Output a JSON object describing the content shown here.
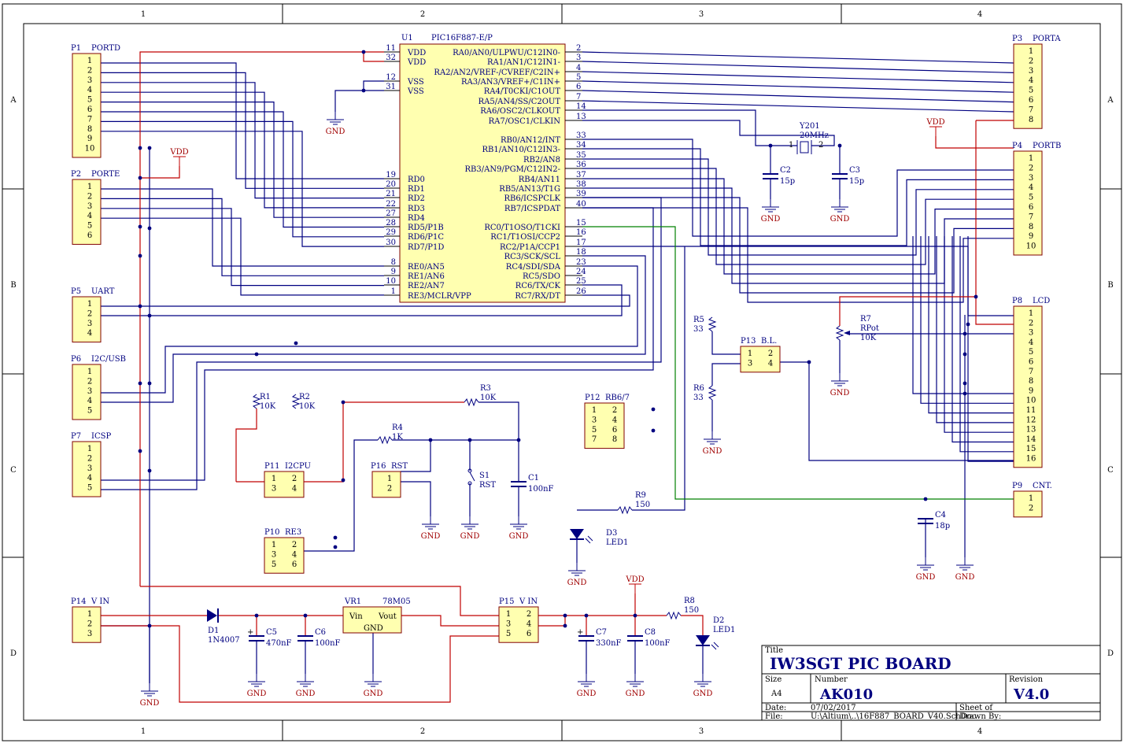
{
  "sheet": {
    "columns": [
      "1",
      "2",
      "3",
      "4"
    ],
    "rows": [
      "A",
      "B",
      "C",
      "D"
    ]
  },
  "colors": {
    "wire": "#000080",
    "power": "#c00000",
    "signal": "#008000",
    "body": "#ffffb0",
    "outline": "#800000",
    "power_label": "#a00000"
  },
  "title_block": {
    "title_label": "Title",
    "title": "IW3SGT PIC BOARD",
    "size_label": "Size",
    "size": "A4",
    "number_label": "Number",
    "number": "AK010",
    "revision_label": "Revision",
    "revision": "V4.0",
    "date_label": "Date:",
    "date": "07/02/2017",
    "sheet_label": "Sheet    of",
    "file_label": "File:",
    "file": "U:\\Altium\\..\\16F887_BOARD_V40.SchDoc",
    "drawn_label": "Drawn By:"
  },
  "mcu": {
    "ref": "U1",
    "part": "PIC16F887-E/P",
    "left_pins": [
      {
        "num": "11",
        "name": "VDD"
      },
      {
        "num": "32",
        "name": "VDD"
      },
      {
        "num": "12",
        "name": "VSS"
      },
      {
        "num": "31",
        "name": "VSS"
      },
      {
        "num": "19",
        "name": "RD0"
      },
      {
        "num": "20",
        "name": "RD1"
      },
      {
        "num": "21",
        "name": "RD2"
      },
      {
        "num": "22",
        "name": "RD3"
      },
      {
        "num": "27",
        "name": "RD4"
      },
      {
        "num": "28",
        "name": "RD5/P1B"
      },
      {
        "num": "29",
        "name": "RD6/P1C"
      },
      {
        "num": "30",
        "name": "RD7/P1D"
      },
      {
        "num": "8",
        "name": "RE0/AN5"
      },
      {
        "num": "9",
        "name": "RE1/AN6"
      },
      {
        "num": "10",
        "name": "RE2/AN7"
      },
      {
        "num": "1",
        "name": "RE3/MCLR/VPP"
      }
    ],
    "right_pins": [
      {
        "num": "2",
        "name": "RA0/AN0/ULPWU/C12IN0-"
      },
      {
        "num": "3",
        "name": "RA1/AN1/C12IN1-"
      },
      {
        "num": "4",
        "name": "RA2/AN2/VREF-/CVREF/C2IN+"
      },
      {
        "num": "5",
        "name": "RA3/AN3/VREF+/C1IN+"
      },
      {
        "num": "6",
        "name": "RA4/T0CKI/C1OUT"
      },
      {
        "num": "7",
        "name": "RA5/AN4/SS/C2OUT"
      },
      {
        "num": "14",
        "name": "RA6/OSC2/CLKOUT"
      },
      {
        "num": "13",
        "name": "RA7/OSC1/CLKIN"
      },
      {
        "num": "33",
        "name": "RB0/AN12/INT"
      },
      {
        "num": "34",
        "name": "RB1/AN10/C12IN3-"
      },
      {
        "num": "35",
        "name": "RB2/AN8"
      },
      {
        "num": "36",
        "name": "RB3/AN9/PGM/C12IN2-"
      },
      {
        "num": "37",
        "name": "RB4/AN11"
      },
      {
        "num": "38",
        "name": "RB5/AN13/T1G"
      },
      {
        "num": "39",
        "name": "RB6/ICSPCLK"
      },
      {
        "num": "40",
        "name": "RB7/ICSPDAT"
      },
      {
        "num": "15",
        "name": "RC0/T1OSO/T1CKI"
      },
      {
        "num": "16",
        "name": "RC1/T1OSI/CCP2"
      },
      {
        "num": "17",
        "name": "RC2/P1A/CCP1"
      },
      {
        "num": "18",
        "name": "RC3/SCK/SCL"
      },
      {
        "num": "23",
        "name": "RC4/SDI/SDA"
      },
      {
        "num": "24",
        "name": "RC5/SDO"
      },
      {
        "num": "25",
        "name": "RC6/TX/CK"
      },
      {
        "num": "26",
        "name": "RC7/RX/DT"
      }
    ]
  },
  "connectors": {
    "P1": {
      "ref": "P1",
      "name": "PORTD",
      "pins": [
        "1",
        "2",
        "3",
        "4",
        "5",
        "6",
        "7",
        "8",
        "9",
        "10"
      ]
    },
    "P2": {
      "ref": "P2",
      "name": "PORTE",
      "pins": [
        "1",
        "2",
        "3",
        "4",
        "5",
        "6"
      ]
    },
    "P5": {
      "ref": "P5",
      "name": "UART",
      "pins": [
        "1",
        "2",
        "3",
        "4"
      ]
    },
    "P6": {
      "ref": "P6",
      "name": "I2C/USB",
      "pins": [
        "1",
        "2",
        "3",
        "4",
        "5"
      ]
    },
    "P7": {
      "ref": "P7",
      "name": "ICSP",
      "pins": [
        "1",
        "2",
        "3",
        "4",
        "5"
      ]
    },
    "P14": {
      "ref": "P14",
      "name": "V IN",
      "pins": [
        "1",
        "2",
        "3"
      ]
    },
    "P3": {
      "ref": "P3",
      "name": "PORTA",
      "pins": [
        "1",
        "2",
        "3",
        "4",
        "5",
        "6",
        "7",
        "8"
      ]
    },
    "P4": {
      "ref": "P4",
      "name": "PORTB",
      "pins": [
        "1",
        "2",
        "3",
        "4",
        "5",
        "6",
        "7",
        "8",
        "9",
        "10"
      ]
    },
    "P8": {
      "ref": "P8",
      "name": "LCD",
      "pins": [
        "1",
        "2",
        "3",
        "4",
        "5",
        "6",
        "7",
        "8",
        "9",
        "10",
        "11",
        "12",
        "13",
        "14",
        "15",
        "16"
      ]
    },
    "P9": {
      "ref": "P9",
      "name": "CNT.",
      "pins": [
        "1",
        "2"
      ]
    },
    "P16": {
      "ref": "P16",
      "name": "RST",
      "pins": [
        "1",
        "2"
      ]
    }
  },
  "dual_headers": {
    "P11": {
      "ref": "P11",
      "name": "I2CPU",
      "pins": [
        "1",
        "2",
        "3",
        "4"
      ]
    },
    "P10": {
      "ref": "P10",
      "name": "RE3",
      "pins": [
        "1",
        "2",
        "3",
        "4",
        "5",
        "6"
      ]
    },
    "P12": {
      "ref": "P12",
      "name": "RB6/7",
      "pins": [
        "1",
        "2",
        "3",
        "4",
        "5",
        "6",
        "7",
        "8"
      ]
    },
    "P13": {
      "ref": "P13",
      "name": "B.L.",
      "pins": [
        "1",
        "2",
        "3",
        "4"
      ]
    },
    "P15": {
      "ref": "P15",
      "name": "V IN",
      "pins": [
        "1",
        "2",
        "3",
        "4",
        "5",
        "6"
      ]
    }
  },
  "components": {
    "Y201": {
      "ref": "Y201",
      "value": "20MHz",
      "pin1": "1",
      "pin2": "2"
    },
    "C2": {
      "ref": "C2",
      "value": "15p"
    },
    "C3": {
      "ref": "C3",
      "value": "15p"
    },
    "R1": {
      "ref": "R1",
      "value": "10K"
    },
    "R2": {
      "ref": "R2",
      "value": "10K"
    },
    "R3": {
      "ref": "R3",
      "value": "10K"
    },
    "R4": {
      "ref": "R4",
      "value": "1K"
    },
    "R5": {
      "ref": "R5",
      "value": "33"
    },
    "R6": {
      "ref": "R6",
      "value": "33"
    },
    "R7": {
      "ref": "R7",
      "value": "10K",
      "type": "RPot"
    },
    "R8": {
      "ref": "R8",
      "value": "150"
    },
    "R9": {
      "ref": "R9",
      "value": "150"
    },
    "S1": {
      "ref": "S1",
      "value": "RST"
    },
    "C1": {
      "ref": "C1",
      "value": "100nF"
    },
    "C4": {
      "ref": "C4",
      "value": "18p"
    },
    "C5": {
      "ref": "C5",
      "value": "470nF"
    },
    "C6": {
      "ref": "C6",
      "value": "100nF"
    },
    "C7": {
      "ref": "C7",
      "value": "330nF"
    },
    "C8": {
      "ref": "C8",
      "value": "100nF"
    },
    "D1": {
      "ref": "D1",
      "value": "1N4007"
    },
    "D2": {
      "ref": "D2",
      "value": "LED1"
    },
    "D3": {
      "ref": "D3",
      "value": "LED1"
    },
    "VR1": {
      "ref": "VR1",
      "value": "78M05",
      "vin": "Vin",
      "vout": "Vout",
      "gnd": "GND"
    }
  },
  "power_labels": {
    "gnd": "GND",
    "vdd": "VDD"
  }
}
